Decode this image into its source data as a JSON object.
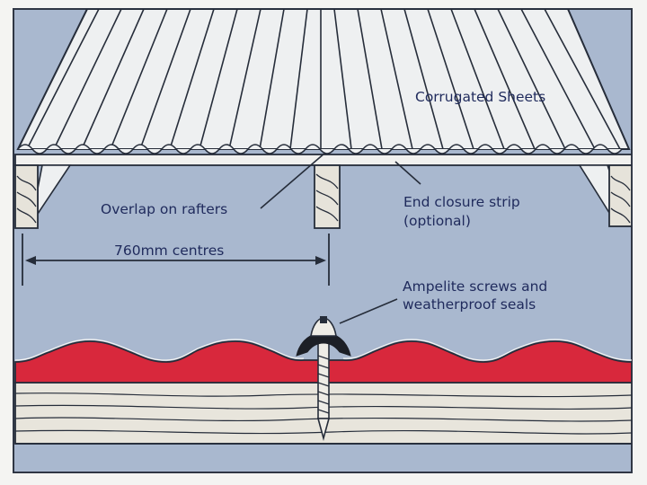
{
  "labels": {
    "corrugated": "Corrugated Sheets",
    "overlap": "Overlap on rafters",
    "end_closure_1": "End closure strip",
    "end_closure_2": "(optional)",
    "centres": "760mm centres",
    "screws_1": "Ampelite screws and",
    "screws_2": "weatherproof seals"
  },
  "colors": {
    "background": "#a9b8cf",
    "sheet": "#eef0f1",
    "line": "#262d3a",
    "label": "#1f2a5c",
    "red_sheet": "#d8283c",
    "timber": "#e6e3da"
  }
}
